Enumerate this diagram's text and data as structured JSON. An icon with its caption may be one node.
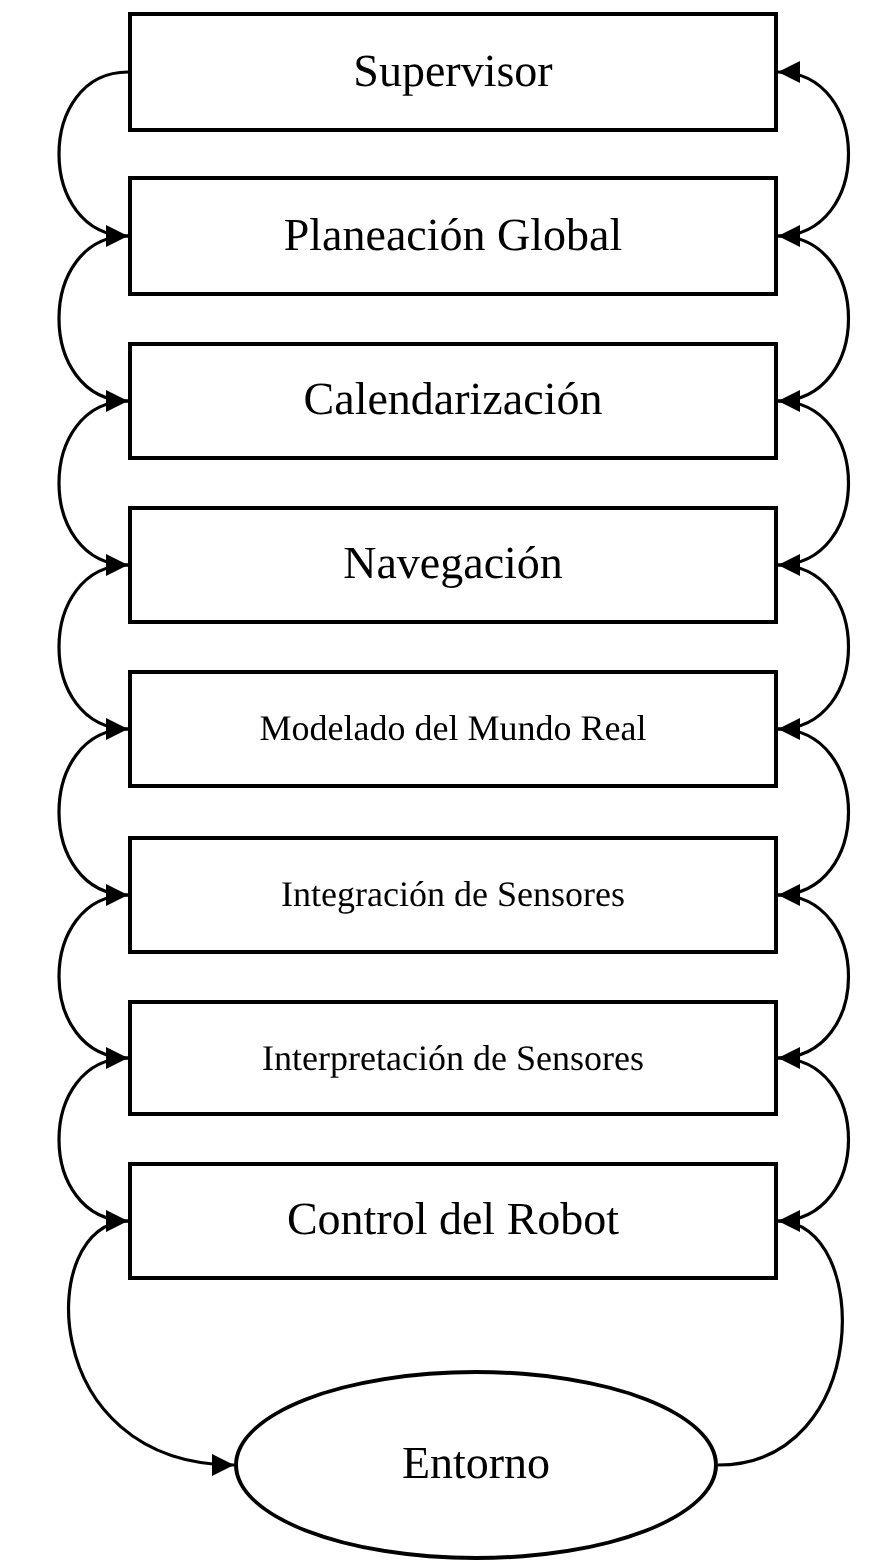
{
  "diagram": {
    "nodes": [
      {
        "text": [
          "Supervisor"
        ]
      },
      {
        "text": [
          "Planeación Global"
        ]
      },
      {
        "text": [
          "Calendarización"
        ]
      },
      {
        "text": [
          "Navegación"
        ]
      },
      {
        "text": [
          "Modelado del Mundo Real"
        ]
      },
      {
        "text": [
          "Integración de Sensores"
        ]
      },
      {
        "text": [
          "Interpretación de Sensores"
        ]
      },
      {
        "text": [
          "Control del Robot"
        ]
      },
      {
        "text": [
          "Entorno"
        ]
      }
    ],
    "edges": [
      {
        "from": 0,
        "to": 1,
        "arrow": "to"
      },
      {
        "from": 1,
        "to": 2,
        "arrow": "to"
      },
      {
        "from": 2,
        "to": 3,
        "arrow": "to"
      },
      {
        "from": 3,
        "to": 4,
        "arrow": "to"
      },
      {
        "from": 4,
        "to": 5,
        "arrow": "to"
      },
      {
        "from": 5,
        "to": 6,
        "arrow": "to"
      },
      {
        "from": 6,
        "to": 7,
        "arrow": "to"
      },
      {
        "from": 7,
        "to": 8,
        "arrow": "to"
      },
      {
        "from": 8,
        "to": 7,
        "arrow": "to"
      },
      {
        "from": 7,
        "to": 6,
        "arrow": "to"
      },
      {
        "from": 6,
        "to": 5,
        "arrow": "to"
      },
      {
        "from": 5,
        "to": 4,
        "arrow": "to"
      },
      {
        "from": 4,
        "to": 3,
        "arrow": "to"
      },
      {
        "from": 3,
        "to": 2,
        "arrow": "to"
      },
      {
        "from": 2,
        "to": 1,
        "arrow": "to"
      },
      {
        "from": 1,
        "to": 0,
        "arrow": "to"
      }
    ]
  }
}
